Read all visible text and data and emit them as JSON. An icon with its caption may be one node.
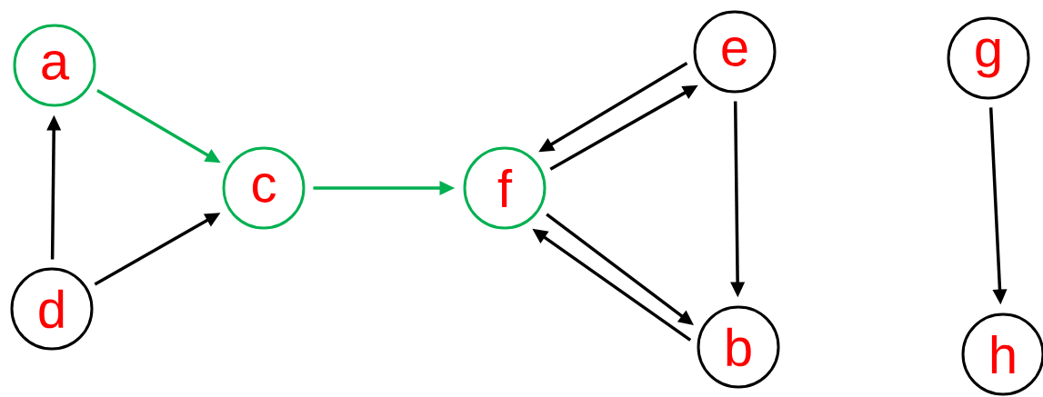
{
  "diagram": {
    "nodes": [
      {
        "text": [
          "a"
        ]
      },
      {
        "text": [
          "d"
        ]
      },
      {
        "text": [
          "c"
        ]
      },
      {
        "text": [
          "f"
        ]
      },
      {
        "text": [
          "e"
        ]
      },
      {
        "text": [
          "b"
        ]
      },
      {
        "text": [
          "g"
        ]
      },
      {
        "text": [
          "h"
        ]
      }
    ],
    "edges": [
      {
        "from": 0,
        "to": 2,
        "arrow": "to",
        "color": "#00b050"
      },
      {
        "from": 1,
        "to": 0,
        "arrow": "to"
      },
      {
        "from": 1,
        "to": 2,
        "arrow": "to"
      },
      {
        "from": 2,
        "to": 3,
        "arrow": "to",
        "color": "#00b050"
      },
      {
        "from": 4,
        "to": 3,
        "arrow": "to"
      },
      {
        "from": 3,
        "to": 4,
        "arrow": "to"
      },
      {
        "from": 4,
        "to": 5,
        "arrow": "to"
      },
      {
        "from": 3,
        "to": 5,
        "arrow": "to"
      },
      {
        "from": 5,
        "to": 3,
        "arrow": "to"
      },
      {
        "from": 6,
        "to": 7,
        "arrow": "to"
      }
    ]
  }
}
